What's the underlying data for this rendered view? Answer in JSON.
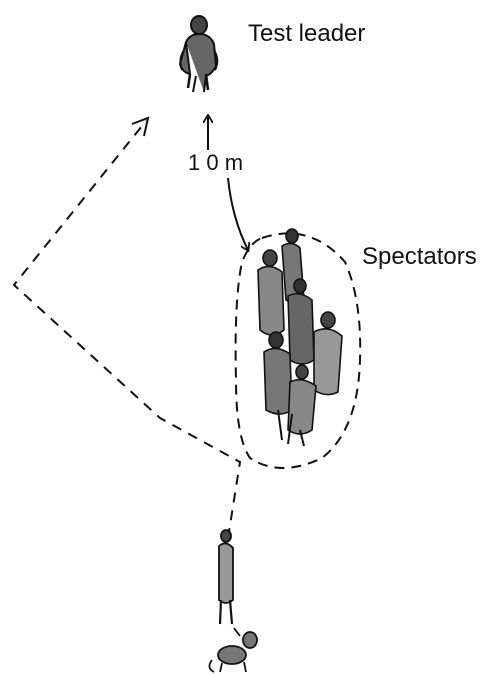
{
  "labels": {
    "test_leader": "Test leader",
    "distance": "1 0 m",
    "spectators": "Spectators"
  },
  "colors": {
    "ink": "#111111",
    "background": "#ffffff"
  },
  "figures": {
    "test_leader": "standing-person-sketch",
    "spectators": "crowd-sketch",
    "participant": "walking-person-with-dog-sketch"
  }
}
